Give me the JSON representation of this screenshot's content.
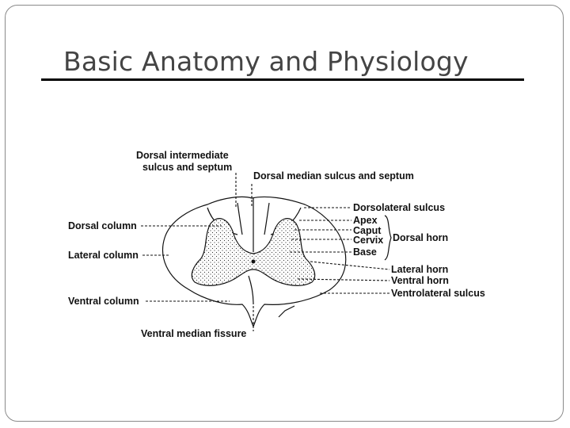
{
  "slide": {
    "title": "Basic Anatomy and Physiology"
  },
  "diagram": {
    "labels": {
      "dorsal_intermediate": "Dorsal intermediate",
      "sulcus_and_septum": "sulcus and septum",
      "dorsal_median": "Dorsal median sulcus and septum",
      "dorsolateral_sulcus": "Dorsolateral sulcus",
      "apex": "Apex",
      "caput": "Caput",
      "cervix": "Cervix",
      "base": "Base",
      "dorsal_horn": "Dorsal horn",
      "dorsal_column": "Dorsal column",
      "lateral_column": "Lateral column",
      "lateral_horn": "Lateral horn",
      "ventral_horn": "Ventral horn",
      "ventrolateral_sulcus": "Ventrolateral sulcus",
      "ventral_column": "Ventral column",
      "ventral_median_fissure": "Ventral median fissure"
    }
  }
}
